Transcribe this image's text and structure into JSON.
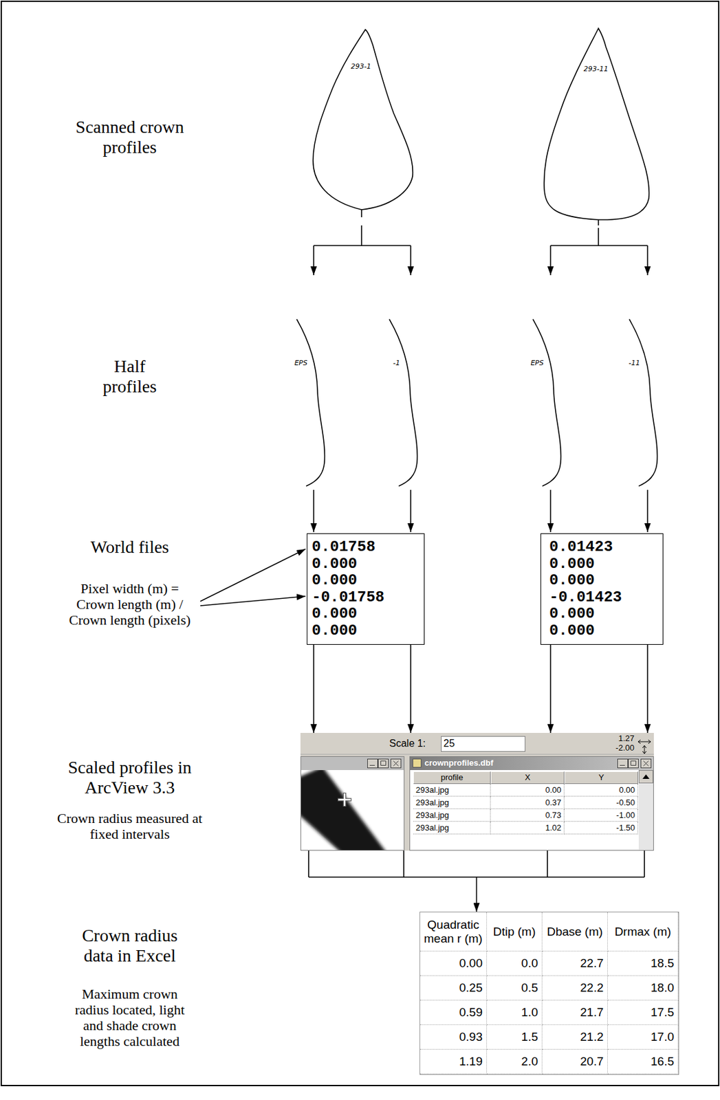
{
  "diagram": {
    "nodes": [
      {
        "text": [
          "0.01758",
          "0.000",
          "0.000",
          "-0.01758",
          "0.000",
          "0.000"
        ]
      },
      {
        "text": [
          "0.01423",
          "0.000",
          "0.000",
          "-0.01423",
          "0.000",
          "0.000"
        ]
      },
      {
        "text": [
          "Scale 1:",
          "25",
          "1.27",
          "-2.00"
        ]
      },
      {
        "text": [
          "crownprofiles.dbf"
        ],
        "in": 2
      },
      {
        "text": [
          "Quadratic mean r (m)",
          "Dtip (m)",
          "Dbase (m)",
          "Drmax (m)"
        ]
      }
    ],
    "edges": [
      {
        "from": 0,
        "to": 2,
        "arrow": "to"
      },
      {
        "from": 0,
        "to": 2,
        "arrow": "to"
      },
      {
        "from": 1,
        "to": 2,
        "arrow": "to"
      },
      {
        "from": 1,
        "to": 2,
        "arrow": "to"
      },
      {
        "from": 2,
        "to": 4,
        "arrow": "to"
      }
    ],
    "labels": [
      "Scanned crown profiles",
      "Half profiles",
      "World files",
      "Pixel width (m) = Crown length (m) / Crown length (pixels)",
      "Scaled profiles in ArcView 3.3",
      "Crown radius measured at fixed intervals",
      "Crown radius data in Excel",
      "Maximum crown radius located, light and shade crown lengths calculated",
      "293-1",
      "293-11",
      "EPS",
      "-1",
      "EPS",
      "-11",
      "profile",
      "X",
      "Y",
      "293al.jpg",
      "0.00",
      "0.00",
      "293al.jpg",
      "0.37",
      "-0.50",
      "293al.jpg",
      "0.73",
      "-1.00",
      "293al.jpg",
      "1.02",
      "-1.50",
      "0.00",
      "0.0",
      "22.7",
      "18.5",
      "0.25",
      "0.5",
      "22.2",
      "18.0",
      "0.59",
      "1.0",
      "21.7",
      "17.5",
      "0.93",
      "1.5",
      "21.2",
      "17.0",
      "1.19",
      "2.0",
      "20.7",
      "16.5"
    ]
  }
}
